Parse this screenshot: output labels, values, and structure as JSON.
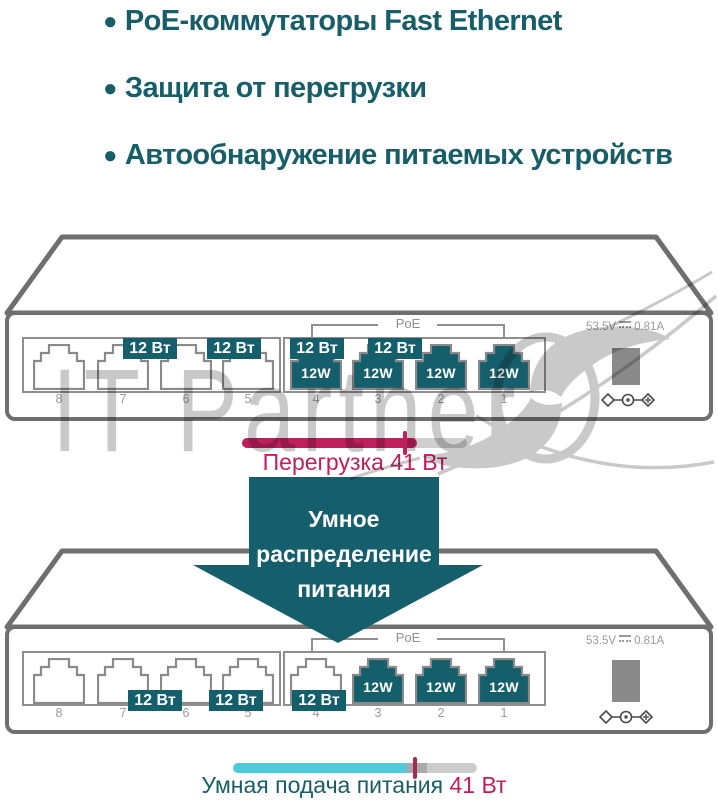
{
  "colors": {
    "teal": "#155E6B",
    "bullet_teal": "#175E68",
    "crimson": "#C01E5C",
    "cyan": "#4FC9DC",
    "chassis_gray": "#6F6F6F",
    "bar_gray": "#CFCFCF"
  },
  "bullets": [
    "PoE-коммутаторы Fast Ethernet",
    "Защита от перегрузки",
    "Автообнаружение питаемых устройств"
  ],
  "watermark": {
    "text": "IT Partner"
  },
  "switch_top": {
    "poe_group_label": "PoE",
    "power_rating": "53.5V",
    "power_current": "0.81A",
    "ports": [
      {
        "number": "8"
      },
      {
        "number": "7"
      },
      {
        "number": "6"
      },
      {
        "number": "5"
      },
      {
        "number": "4",
        "wattage": "12W"
      },
      {
        "number": "3",
        "wattage": "12W"
      },
      {
        "number": "2",
        "wattage": "12W"
      },
      {
        "number": "1",
        "wattage": "12W"
      }
    ],
    "demand_tags": [
      "12 Вт",
      "12 Вт",
      "12 Вт",
      "12 Вт"
    ]
  },
  "overload": {
    "label": "Перегрузка 41 Вт",
    "fill_ratio": 0.78
  },
  "arrow": {
    "lines": [
      "Умное",
      "распределение",
      "питания"
    ]
  },
  "switch_bottom": {
    "poe_group_label": "PoE",
    "power_rating": "53.5V",
    "power_current": "0.81A",
    "ports": [
      {
        "number": "8"
      },
      {
        "number": "7"
      },
      {
        "number": "6"
      },
      {
        "number": "5"
      },
      {
        "number": "4"
      },
      {
        "number": "3",
        "wattage": "12W"
      },
      {
        "number": "2",
        "wattage": "12W"
      },
      {
        "number": "1",
        "wattage": "12W"
      }
    ],
    "demand_tags": [
      "12 Вт",
      "12 Вт",
      "12 Вт"
    ]
  },
  "smart_bar": {
    "label": "Умная подача питания",
    "value": "41 Вт",
    "fill_ratio": 0.74
  }
}
